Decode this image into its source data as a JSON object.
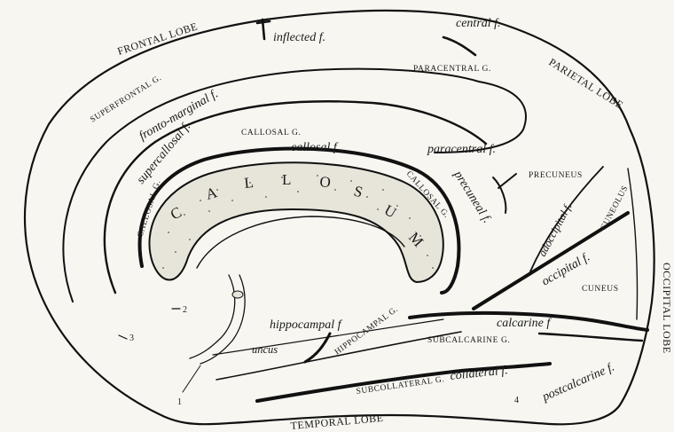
{
  "lobes": {
    "frontal": "FRONTAL LOBE",
    "parietal": "PARIETAL LOBE",
    "occipital": "OCCIPITAL LOBE",
    "temporal": "TEMPORAL LOBE"
  },
  "gyri": {
    "superfrontal": "SUPERFRONTAL G.",
    "paracentral": "PARACENTRAL G.",
    "callosal_top": "CALLOSAL G.",
    "callosal_left": "CALLOSAL G.",
    "callosal_right": "CALLOSAL G.",
    "precuneus": "PRECUNEUS",
    "cuneolus": "CUNEOLUS",
    "cuneus": "CUNEUS",
    "subcalcarine": "SUBCALCARINE G.",
    "hippocampal": "HIPPOCAMPAL G.",
    "subcollateral": "SUBCOLLATERAL G.",
    "uncus": "uncus"
  },
  "fissures": {
    "inflected": "inflected f.",
    "central": "central f.",
    "fronto_marginal": "fronto-marginal f.",
    "supercallosal": "supercallosal f.",
    "callosal": "callosal f.",
    "paracentral": "paracentral f.",
    "precuneal": "precuneal f.",
    "adoccipital": "adoccipital f.",
    "occipital": "occipital f.",
    "calcarine": "calcarine f",
    "hippocampal": "hippocampal f",
    "collateral": "collateral f.",
    "postcalcarine": "postcalcarine f."
  },
  "corpus_letters": [
    "C",
    "A",
    "L",
    "L",
    "O",
    "S",
    "U",
    "M"
  ],
  "numbers": {
    "n1": "1",
    "n2": "2",
    "n3": "3",
    "n4": "4"
  }
}
